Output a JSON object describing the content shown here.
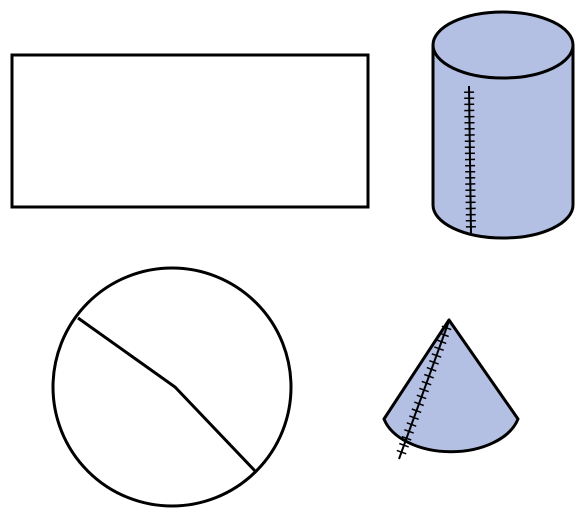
{
  "colors": {
    "stroke": "#000000",
    "fill_solid": "#b4c0e3",
    "background": "#ffffff"
  },
  "shapes": [
    {
      "name": "rectangle",
      "kind": "flat-figure"
    },
    {
      "name": "cylinder",
      "kind": "solid",
      "seam": "dashed-cut-line"
    },
    {
      "name": "circle-with-cut",
      "kind": "flat-figure",
      "cut": "polyline"
    },
    {
      "name": "cone",
      "kind": "solid",
      "seam": "dashed-cut-line"
    }
  ]
}
